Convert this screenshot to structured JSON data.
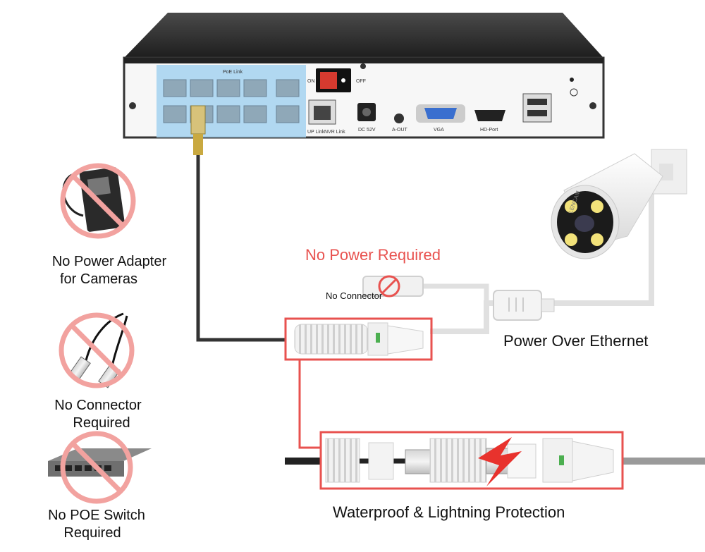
{
  "nvr": {
    "poe_link_label": "PoE Link",
    "on_label": "ON",
    "off_label": "OFF",
    "up_link_label": "UP Link",
    "nvr_link_label": "NVR Link",
    "dc_label": "DC 52V",
    "aout_label": "A-OUT",
    "vga_label": "VGA",
    "hd_label": "HD-Port"
  },
  "camera_brand": "LENCAM",
  "labels": {
    "no_power_required": "No Power Required",
    "no_connector_small": "No Connector",
    "power_over_ethernet": "Power Over Ethernet",
    "waterproof": "Waterproof & Lightning Protection"
  },
  "side_items": [
    {
      "line1": "No Power Adapter",
      "line2": "for Cameras"
    },
    {
      "line1": "No Connector",
      "line2": "Required"
    },
    {
      "line1": "No POE Switch",
      "line2": "Required"
    }
  ],
  "colors": {
    "highlight_red": "#e8524f",
    "poe_blue": "#a8d4f0",
    "nvr_body": "#2b2b2b",
    "cable_gray": "#9a9a9a"
  }
}
